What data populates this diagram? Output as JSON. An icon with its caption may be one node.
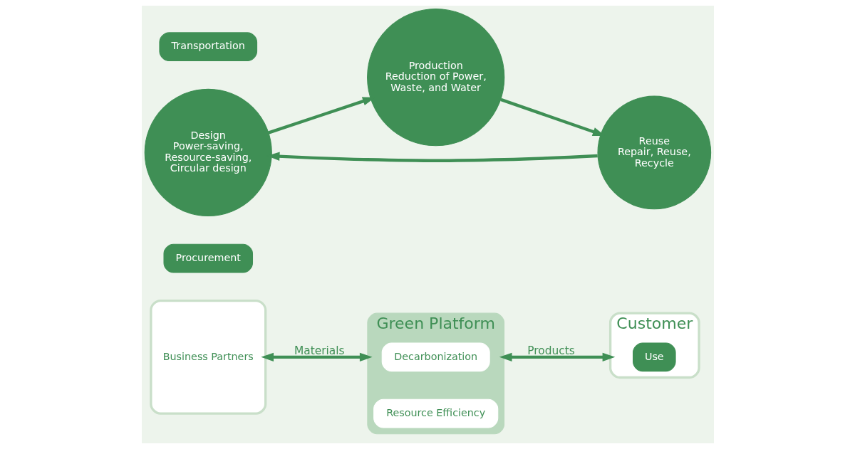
{
  "diagram": {
    "nodes": [
      {
        "text": [
          "Business Partners"
        ]
      },
      {
        "text": [
          "Procurement"
        ]
      },
      {
        "text": [
          "Design",
          "Power-saving, Resource-saving, Circular design"
        ]
      },
      {
        "text": [
          "Transportation"
        ]
      },
      {
        "text": [
          "Customer"
        ]
      },
      {
        "text": [
          "Green Platform"
        ]
      },
      {
        "text": [
          "Decarbonization"
        ],
        "in": 5
      },
      {
        "text": [
          "Resource Efficiency"
        ],
        "in": 5
      },
      {
        "text": [
          "Reuse",
          "Repair, Reuse, Recycle"
        ]
      },
      {
        "text": [
          "Production",
          "Reduction of Power, Waste, and Water"
        ]
      },
      {
        "text": [
          "Use"
        ],
        "in": 4
      }
    ],
    "edges": [
      {
        "from": 0,
        "to": 5,
        "arrow": "both",
        "label": "Materials"
      },
      {
        "from": 5,
        "to": 4,
        "arrow": "both",
        "label": "Products"
      },
      {
        "from": 8,
        "to": 2,
        "arrow": "to"
      },
      {
        "from": 2,
        "to": 9,
        "arrow": "to"
      },
      {
        "from": 9,
        "to": 8,
        "arrow": "to"
      }
    ]
  }
}
